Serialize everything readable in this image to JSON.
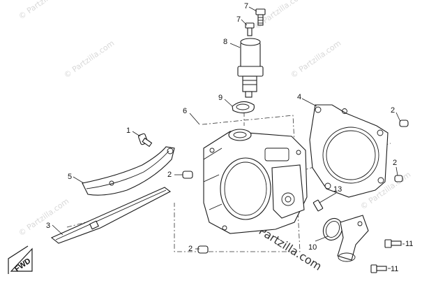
{
  "watermark": {
    "text": "© Partzilla.com",
    "text_center": "© Partzilla.com"
  },
  "callouts": {
    "c1": "1",
    "c2a": "2",
    "c2b": "2",
    "c2c": "2",
    "c2d": "2",
    "c3": "3",
    "c4": "4",
    "c5": "5",
    "c6": "6",
    "c7a": "7",
    "c7b": "7",
    "c8": "8",
    "c9": "9",
    "c10": "10",
    "c11a": "11",
    "c11b": "11",
    "c13": "13"
  },
  "fwd_badge": {
    "label": "FWD"
  }
}
